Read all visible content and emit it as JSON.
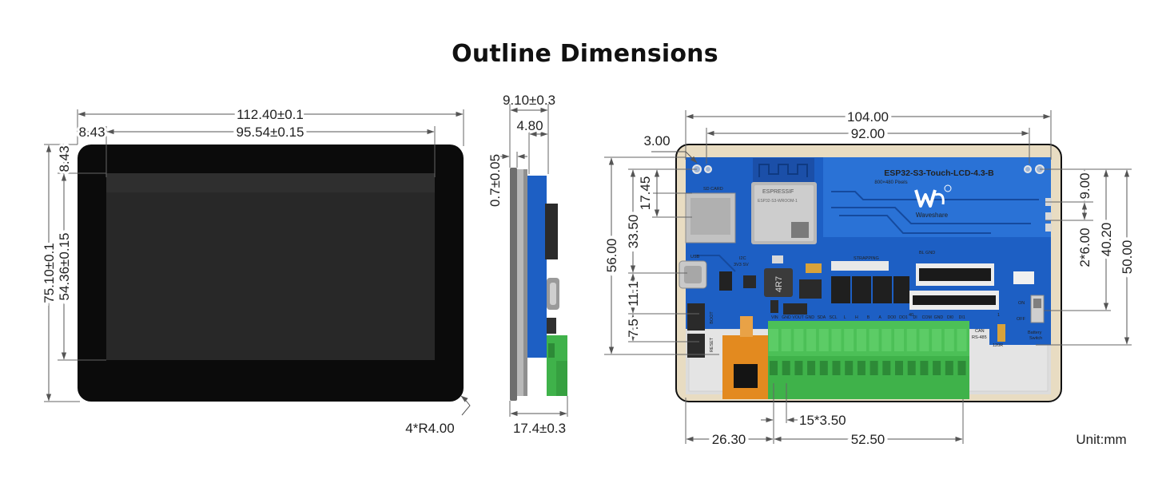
{
  "title": "Outline Dimensions",
  "unit_label": "Unit:mm",
  "colors": {
    "pcb_blue": "#1d5fc4",
    "pcb_blue_dark": "#154a9e",
    "terminal_green": "#3fb24a",
    "frame_beige": "#e8dcc2",
    "screen_black": "#0b0b0b",
    "dimension_line": "#555555"
  },
  "front_view": {
    "width": "112.40±0.1",
    "active_width": "95.54±0.15",
    "left_margin": "8.43",
    "top_margin": "8.43",
    "height": "75.10±0.1",
    "active_height": "54.36±0.15",
    "corner_radius": "4*R4.00"
  },
  "side_view": {
    "total_thickness": "9.10±0.3",
    "pcb_offset": "4.80",
    "glass_thickness": "0.7±0.05",
    "connector_depth": "17.4±0.3"
  },
  "back_view": {
    "pcb_width": "104.00",
    "hole_spacing_x": "92.00",
    "hole_offset": "3.00",
    "sd_offset": "17.45",
    "usb_offset": "33.50",
    "pcb_height": "56.00",
    "dim_11_1": "11.1",
    "dim_7_5": "7.5",
    "dim_9_00": "9.00",
    "dim_2x6_00": "2*6.00",
    "dim_40_20": "40.20",
    "dim_50_00": "50.00",
    "terminal_offset": "26.30",
    "terminal_pitch": "15*3.50",
    "terminal_width": "52.50"
  },
  "board": {
    "name": "ESP32-S3-Touch-LCD-4.3-B",
    "resolution": "800×480 Pixels",
    "brand": "Waveshare",
    "module_brand": "ESPRESSIF",
    "module_model": "ESP32-S3-WROOM-1",
    "sd_label": "SD CARD",
    "usb_label": "USB",
    "i2c_label": "I2C",
    "i2c_pins": "3V3  SV",
    "inductor_label": "4R7",
    "strapping_label": "STRAPPING",
    "bl_gnd_label": "BL  GND",
    "boot_label": "BOOT",
    "reset_label": "RESET",
    "can_label": "CAN",
    "rs485_label": "RS-485",
    "r120_label": "120R",
    "on_label": "ON",
    "off_label": "OFF",
    "battery_label": "Battery",
    "switch_label": "Switch",
    "pin_40": "40",
    "pin_1": "1",
    "terminal_pins": [
      "VIN",
      "GND",
      "VOUT",
      "GND",
      "SDA",
      "SCL",
      "L",
      "H",
      "B",
      "A",
      "DO0",
      "DO1",
      "DI",
      "COM",
      "GND",
      "DI0",
      "DI1"
    ]
  }
}
